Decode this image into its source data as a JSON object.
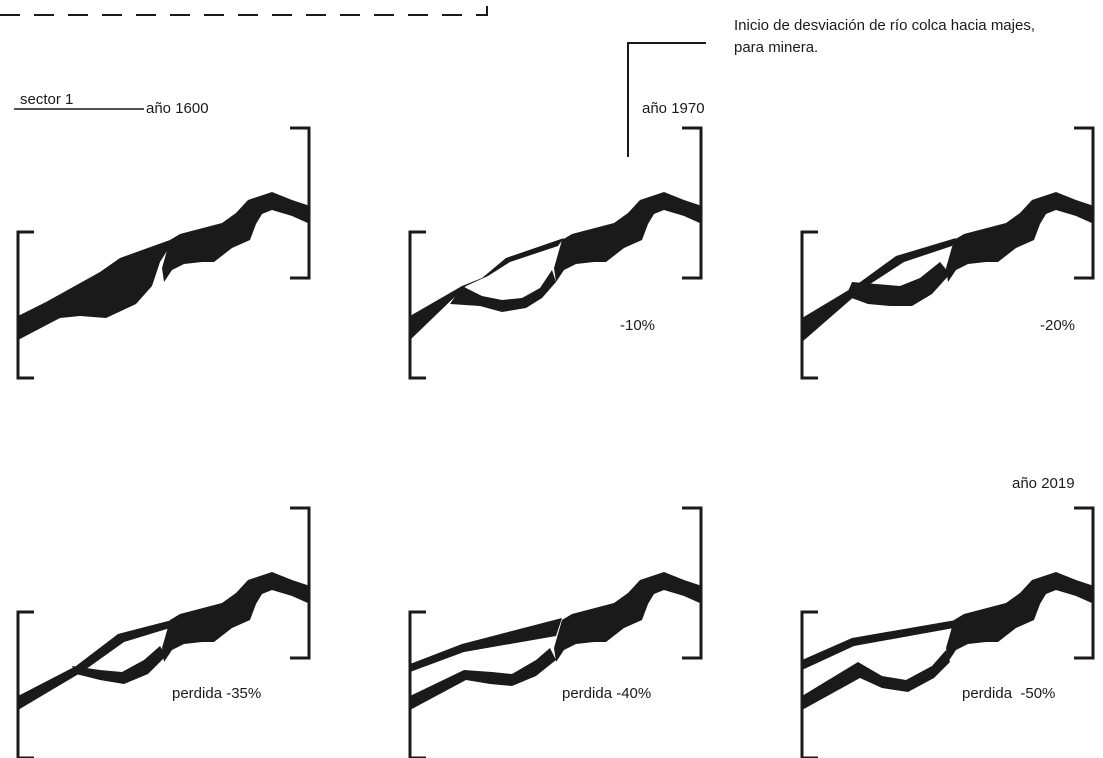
{
  "title_note": {
    "line1": "Inicio de desviación de río colca hacia majes,",
    "line2": "para minera."
  },
  "sector_label": "sector 1",
  "panels": [
    {
      "year": "año 1600",
      "change": ""
    },
    {
      "year": "año 1970",
      "change": "-10%"
    },
    {
      "year": "",
      "change": "-20%"
    },
    {
      "year": "",
      "change": "perdida -35%"
    },
    {
      "year": "",
      "change": "perdida -40%"
    },
    {
      "year": "año 2019",
      "change": "perdida  -50%"
    }
  ],
  "colors": {
    "ink": "#1a1a1a",
    "background": "#ffffff"
  }
}
